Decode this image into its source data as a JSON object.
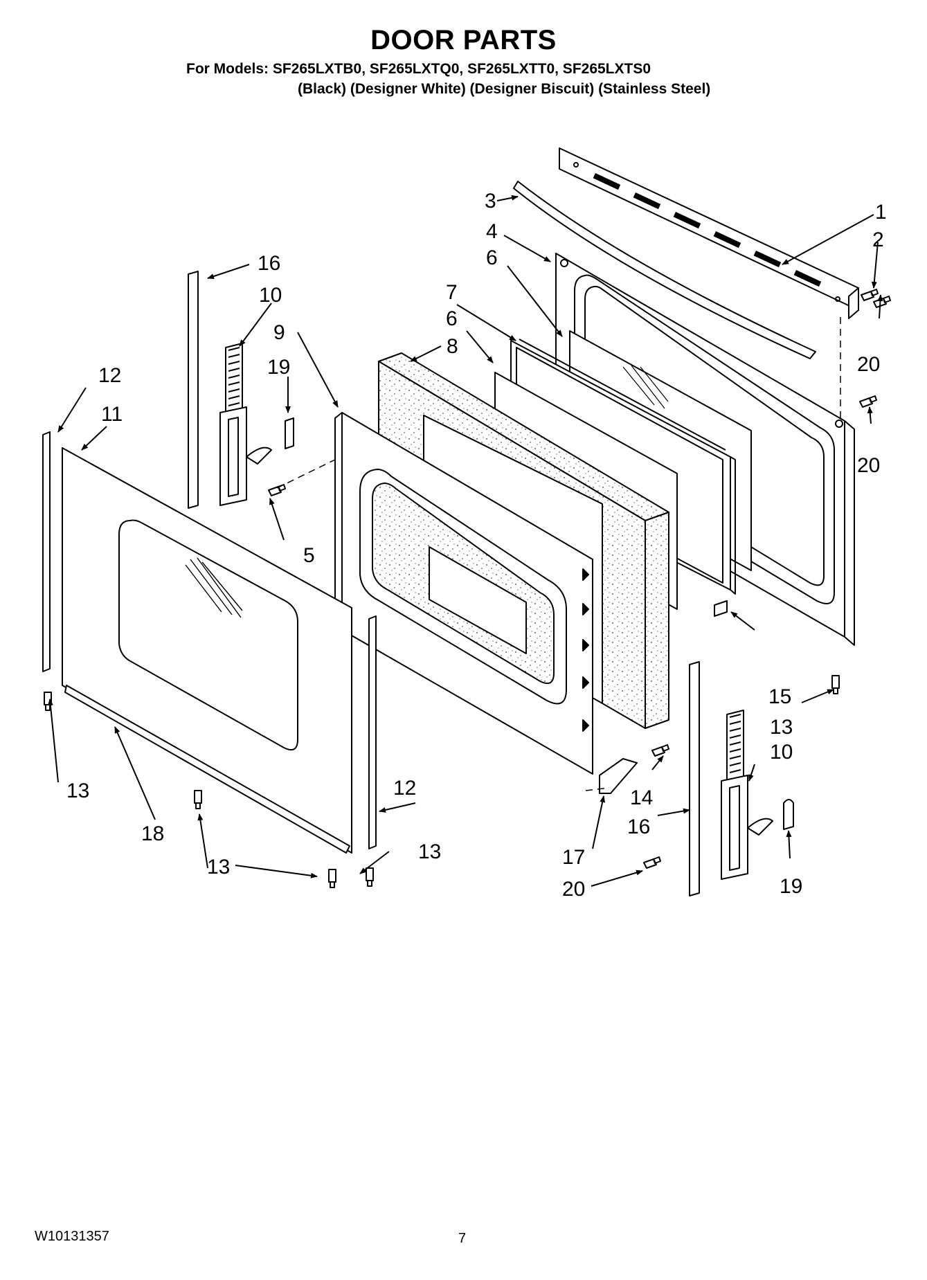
{
  "header": {
    "title": "DOOR PARTS",
    "models_line": "For Models: SF265LXTB0, SF265LXTQ0, SF265LXTT0, SF265LXTS0",
    "colors_line": "(Black) (Designer White) (Designer Biscuit) (Stainless Steel)"
  },
  "footer": {
    "doc_number": "W10131357",
    "page_number": "7"
  },
  "callouts": {
    "c1": "1",
    "c2": "2",
    "c3": "3",
    "c4": "4",
    "c5": "5",
    "c6a": "6",
    "c6b": "6",
    "c7": "7",
    "c8": "8",
    "c9": "9",
    "c10a": "10",
    "c10b": "10",
    "c11": "11",
    "c12a": "12",
    "c12b": "12",
    "c13a": "13",
    "c13b": "13",
    "c13c": "13",
    "c13d": "13",
    "c14": "14",
    "c15": "15",
    "c16a": "16",
    "c16b": "16",
    "c17": "17",
    "c18": "18",
    "c19a": "19",
    "c19b": "19",
    "c20a": "20",
    "c20b": "20",
    "c20c": "20"
  }
}
